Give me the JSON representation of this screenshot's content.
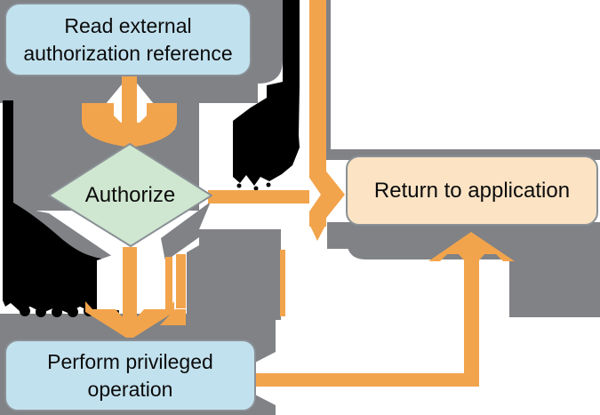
{
  "diagram": {
    "kind": "flowchart",
    "colors": {
      "background": "#FFFFFF",
      "backdrop_gray": "#808285",
      "arrow_orange": "#F2A44C",
      "process_blue": "#C2E1EE",
      "decision_green": "#CFE7D0",
      "terminal_peach": "#FBE3C4",
      "shape_border": "#8A9096",
      "blob_black": "#000000",
      "text": "#0B0B0B"
    },
    "nodes": {
      "read_external": {
        "shape": "rounded-rect",
        "fill": "#C2E1EE",
        "line1": "Read external",
        "line2": "authorization reference"
      },
      "authorize": {
        "shape": "diamond",
        "fill": "#CFE7D0",
        "label": "Authorize"
      },
      "perform": {
        "shape": "rounded-rect",
        "fill": "#C2E1EE",
        "line1": "Perform privileged",
        "line2": "operation"
      },
      "return_app": {
        "shape": "rounded-rect",
        "fill": "#FBE3C4",
        "label": "Return to application"
      }
    },
    "connectors": [
      {
        "name": "read-to-authorize-arrow",
        "from": "read_external",
        "to": "authorize",
        "direction": "down"
      },
      {
        "name": "authorize-to-return-arrow",
        "from": "authorize",
        "to": "return_app",
        "direction": "right"
      },
      {
        "name": "top-entry-bar",
        "from": "offscreen-top",
        "to": "return_app",
        "direction": "down-then-right"
      },
      {
        "name": "authorize-to-perform-arrow",
        "from": "authorize",
        "to": "perform",
        "direction": "down"
      },
      {
        "name": "perform-to-return-arrow",
        "from": "perform",
        "to": "return_app",
        "direction": "right-then-up"
      }
    ],
    "blobs": [
      {
        "name": "fail-arrow-label-blob",
        "appearance": "large solid black blob over right arrow label area"
      },
      {
        "name": "authorized-arrow-label-blob",
        "appearance": "large solid black blob with jagged letter-like bottom edge over down arrow label area"
      }
    ]
  }
}
